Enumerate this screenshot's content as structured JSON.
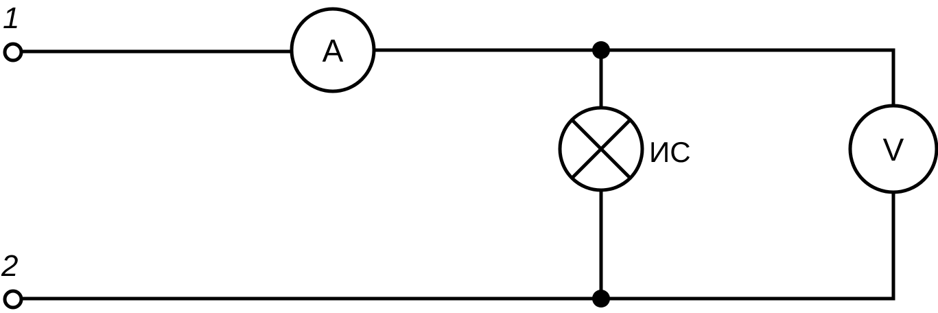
{
  "terminals": {
    "top_label": "1",
    "bottom_label": "2"
  },
  "ammeter": {
    "symbol": "A"
  },
  "lamp": {
    "label": "ИС"
  },
  "voltmeter": {
    "symbol": "V"
  },
  "colors": {
    "line": "#000000",
    "background": "#ffffff"
  }
}
